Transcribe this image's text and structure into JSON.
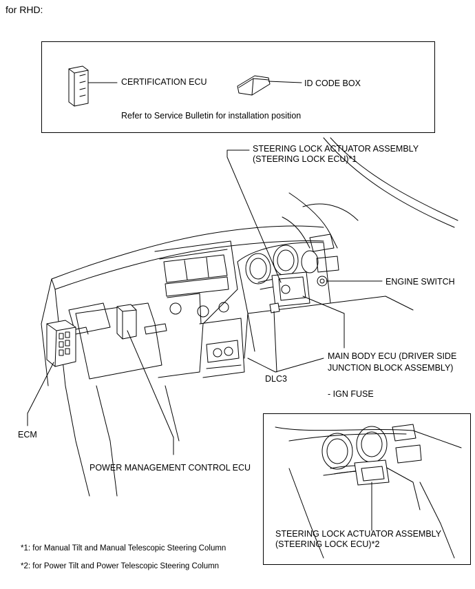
{
  "header": "for RHD:",
  "top_box": {
    "certification_ecu": "CERTIFICATION ECU",
    "id_code_box": "ID CODE BOX",
    "note": "Refer to Service Bulletin for installation position"
  },
  "callouts": {
    "steering_lock_line1": "STEERING LOCK ACTUATOR ASSEMBLY",
    "steering_lock_line2": "(STEERING LOCK ECU)*1",
    "engine_switch": "ENGINE SWITCH",
    "main_body_line1": "MAIN BODY ECU (DRIVER SIDE",
    "main_body_line2": "JUNCTION BLOCK ASSEMBLY)",
    "ign_fuse": "- IGN FUSE",
    "dlc3": "DLC3",
    "ecm": "ECM",
    "power_mgmt": "POWER MANAGEMENT CONTROL ECU"
  },
  "inset": {
    "line1": "STEERING LOCK ACTUATOR ASSEMBLY",
    "line2": "(STEERING LOCK ECU)*2"
  },
  "footnotes": {
    "note1": "*1: for Manual Tilt and Manual Telescopic Steering Column",
    "note2": "*2: for Power Tilt and Power Telescopic Steering Column"
  }
}
